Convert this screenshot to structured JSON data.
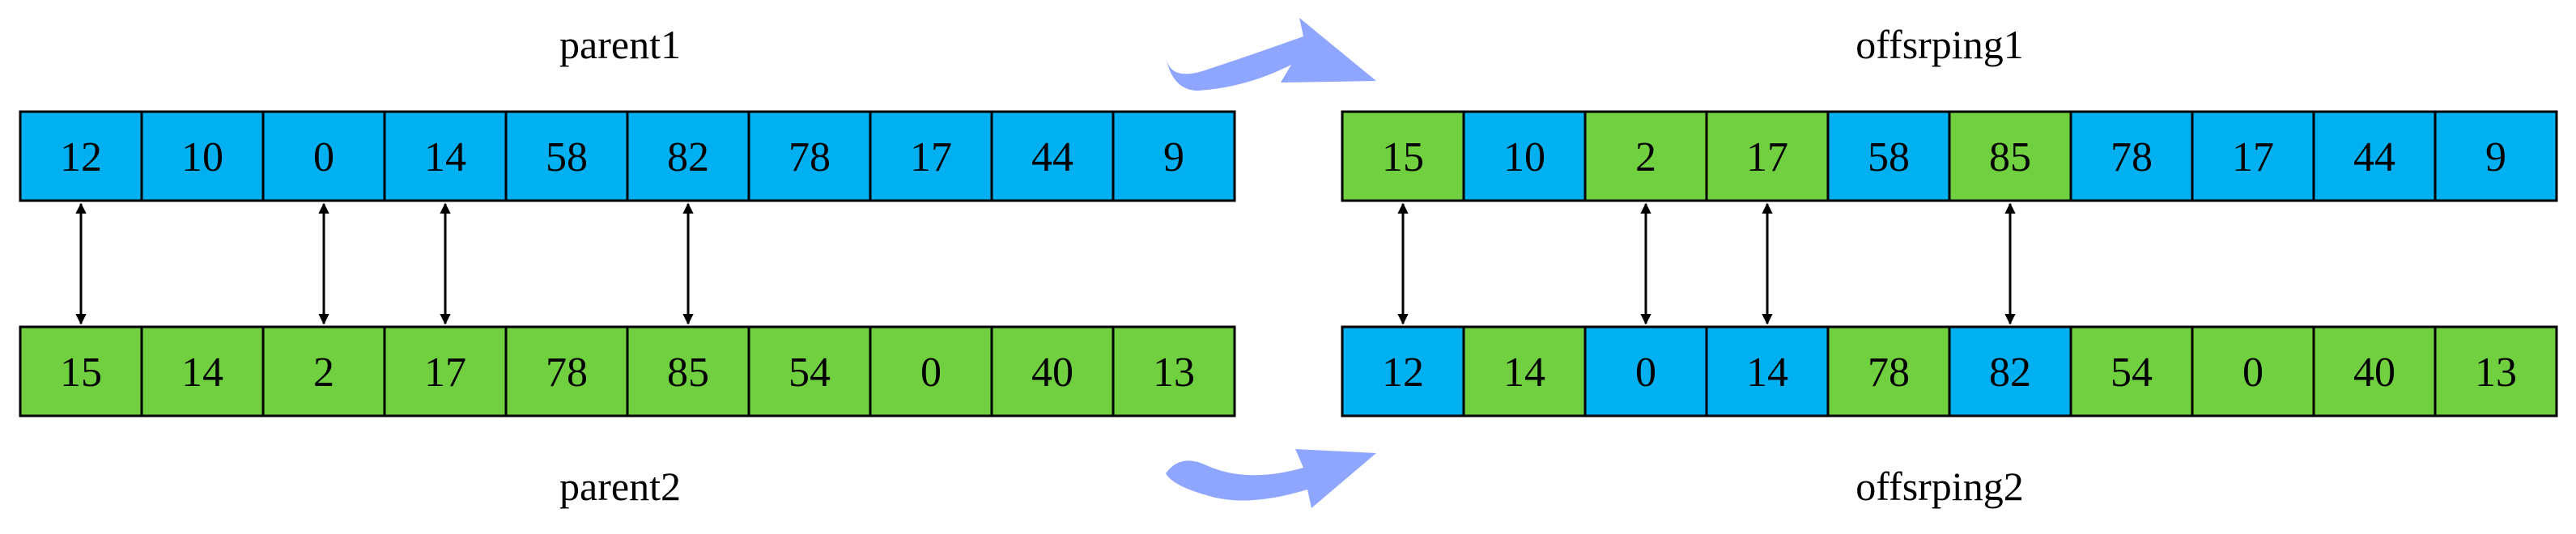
{
  "colors": {
    "blue": "#00b0f0",
    "green": "#70d040",
    "stroke": "#000000",
    "curved_arrow": "#8ea6ff"
  },
  "titles": {
    "parent1": "parent1",
    "parent2": "parent2",
    "offspring1": "offsrping1",
    "offspring2": "offsrping2"
  },
  "arrays": [
    {
      "id": "parent1",
      "cells": [
        {
          "v": "12",
          "c": "blue"
        },
        {
          "v": "10",
          "c": "blue"
        },
        {
          "v": "0",
          "c": "blue"
        },
        {
          "v": "14",
          "c": "blue"
        },
        {
          "v": "58",
          "c": "blue"
        },
        {
          "v": "82",
          "c": "blue"
        },
        {
          "v": "78",
          "c": "blue"
        },
        {
          "v": "17",
          "c": "blue"
        },
        {
          "v": "44",
          "c": "blue"
        },
        {
          "v": "9",
          "c": "blue"
        }
      ]
    },
    {
      "id": "parent2",
      "cells": [
        {
          "v": "15",
          "c": "green"
        },
        {
          "v": "14",
          "c": "green"
        },
        {
          "v": "2",
          "c": "green"
        },
        {
          "v": "17",
          "c": "green"
        },
        {
          "v": "78",
          "c": "green"
        },
        {
          "v": "85",
          "c": "green"
        },
        {
          "v": "54",
          "c": "green"
        },
        {
          "v": "0",
          "c": "green"
        },
        {
          "v": "40",
          "c": "green"
        },
        {
          "v": "13",
          "c": "green"
        }
      ]
    },
    {
      "id": "offspring1",
      "cells": [
        {
          "v": "15",
          "c": "green"
        },
        {
          "v": "10",
          "c": "blue"
        },
        {
          "v": "2",
          "c": "green"
        },
        {
          "v": "17",
          "c": "green"
        },
        {
          "v": "58",
          "c": "blue"
        },
        {
          "v": "85",
          "c": "green"
        },
        {
          "v": "78",
          "c": "blue"
        },
        {
          "v": "17",
          "c": "blue"
        },
        {
          "v": "44",
          "c": "blue"
        },
        {
          "v": "9",
          "c": "blue"
        }
      ]
    },
    {
      "id": "offspring2",
      "cells": [
        {
          "v": "12",
          "c": "blue"
        },
        {
          "v": "14",
          "c": "green"
        },
        {
          "v": "0",
          "c": "blue"
        },
        {
          "v": "14",
          "c": "blue"
        },
        {
          "v": "78",
          "c": "green"
        },
        {
          "v": "82",
          "c": "blue"
        },
        {
          "v": "54",
          "c": "green"
        },
        {
          "v": "0",
          "c": "green"
        },
        {
          "v": "40",
          "c": "green"
        },
        {
          "v": "13",
          "c": "green"
        }
      ]
    }
  ],
  "swap_indices": [
    0,
    2,
    3,
    5
  ]
}
